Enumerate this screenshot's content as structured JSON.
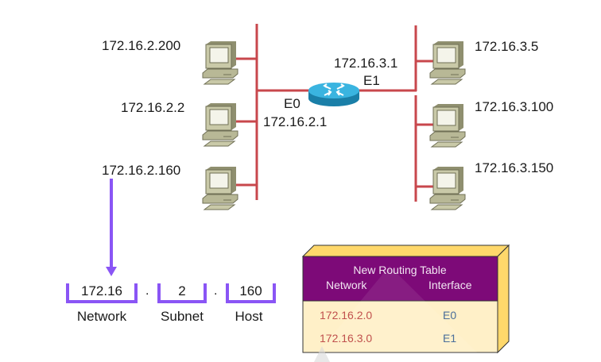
{
  "diagram": {
    "colors": {
      "link": "#c8474c",
      "arrow": "#8a55f5",
      "table_header_bg": "#7d0a78",
      "table_body_bg": "#fff0c8",
      "table_box_face": "#ffd86b",
      "network_text": "#c0504d",
      "interface_text": "#4a6e9a"
    },
    "router": {
      "icon": "router-icon",
      "interfaces": [
        {
          "name": "E0",
          "address": "172.16.2.1"
        },
        {
          "name": "E1",
          "address": "172.16.3.1"
        }
      ]
    },
    "left_hosts": [
      {
        "address": "172.16.2.200",
        "icon": "computer-icon"
      },
      {
        "address": "172.16.2.2",
        "icon": "computer-icon"
      },
      {
        "address": "172.16.2.160",
        "icon": "computer-icon"
      }
    ],
    "right_hosts": [
      {
        "address": "172.16.3.5",
        "icon": "computer-icon"
      },
      {
        "address": "172.16.3.100",
        "icon": "computer-icon"
      },
      {
        "address": "172.16.3.150",
        "icon": "computer-icon"
      }
    ],
    "address_breakdown": {
      "source_host": "172.16.2.160",
      "separator": ".",
      "segments": [
        {
          "value": "172.16",
          "label": "Network"
        },
        {
          "value": "2",
          "label": "Subnet"
        },
        {
          "value": "160",
          "label": "Host"
        }
      ]
    },
    "routing_table": {
      "title": "New Routing Table",
      "columns": [
        "Network",
        "Interface"
      ],
      "rows": [
        {
          "network": "172.16.2.0",
          "interface": "E0"
        },
        {
          "network": "172.16.3.0",
          "interface": "E1"
        }
      ]
    }
  }
}
